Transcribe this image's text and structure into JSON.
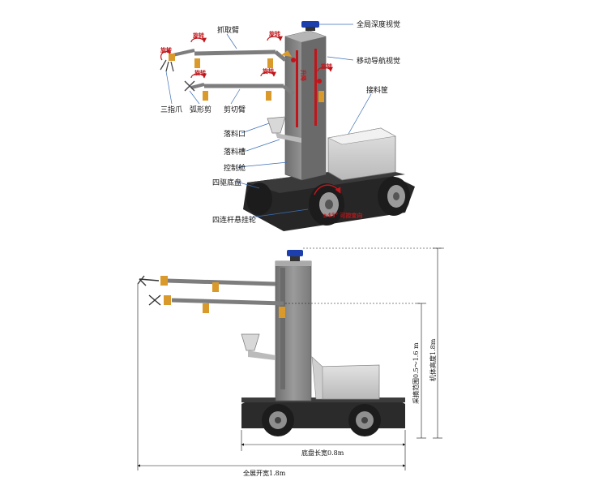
{
  "top_view": {
    "labels": {
      "global_depth_vision": "全局深度视觉",
      "grab_arm": "抓取臂",
      "mobile_nav_vision": "移动导航视觉",
      "collect_basket": "接料筐",
      "three_finger_claw": "三指爪",
      "arc_scissors": "弧形剪",
      "cut_arm": "剪切臂",
      "drop_port": "落料口",
      "drop_chute": "落料槽",
      "control_cabin": "控制舱",
      "four_wheel_chassis": "四驱底盘",
      "four_link_suspension_wheel": "四连杆悬挂轮"
    },
    "red_annotations": {
      "rotate": "旋转",
      "lift": "升降",
      "steer": "±45° 可控变向"
    }
  },
  "side_view": {
    "dimensions": {
      "harvest_range": "采摘范围0.5～1.6 m",
      "machine_height": "机体高度1.8m",
      "chassis_length": "底盘长宽0.8m",
      "full_span": "全展开宽1.8m"
    }
  },
  "colors": {
    "body_gray": "#8a8a8a",
    "dark": "#2a2a2a",
    "arm_gray": "#7d7d7d",
    "joint_orange": "#d99a2b",
    "beacon_blue": "#1d3fae",
    "red": "#c0161b",
    "callout_blue": "#3b6fb6"
  }
}
